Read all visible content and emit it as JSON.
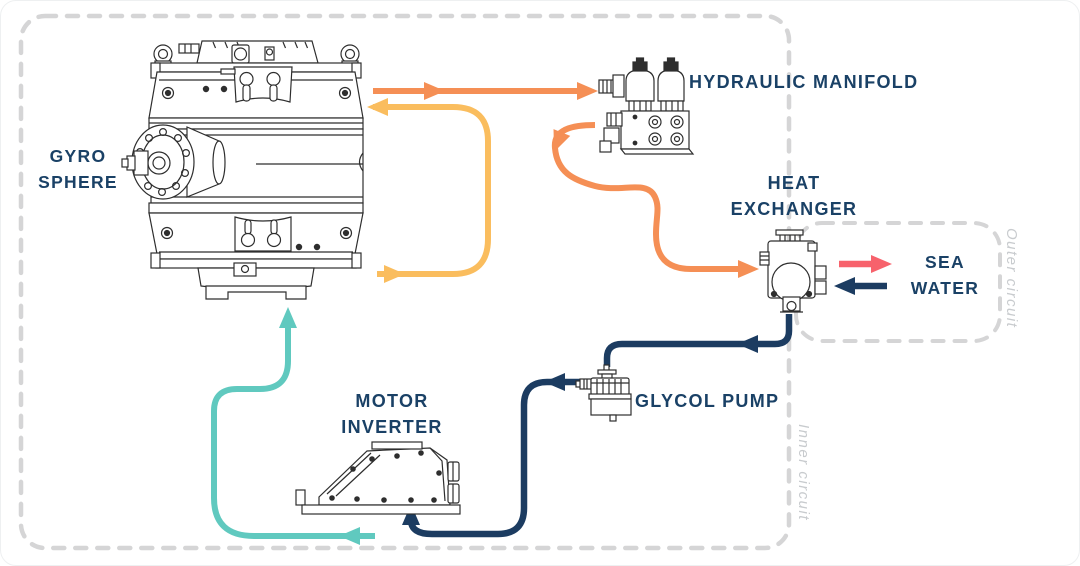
{
  "components": {
    "gyro_sphere": {
      "label": "GYRO SPHERE",
      "lines": [
        "GYRO",
        "SPHERE"
      ]
    },
    "hydraulic_manifold": {
      "label": "HYDRAULIC MANIFOLD",
      "lines": [
        "HYDRAULIC MANIFOLD"
      ]
    },
    "heat_exchanger": {
      "label": "HEAT EXCHANGER",
      "lines": [
        "HEAT",
        "EXCHANGER"
      ]
    },
    "sea_water": {
      "label": "SEA WATER",
      "lines": [
        "SEA",
        "WATER"
      ]
    },
    "glycol_pump": {
      "label": "GLYCOL PUMP",
      "lines": [
        "GLYCOL PUMP"
      ]
    },
    "motor_inverter": {
      "label": "MOTOR INVERTER",
      "lines": [
        "MOTOR",
        "INVERTER"
      ]
    }
  },
  "zones": {
    "inner": {
      "label": "Inner circuit"
    },
    "outer": {
      "label": "Outer circuit"
    }
  },
  "colors": {
    "hydraulic_supply": "#F58F55",
    "hydraulic_return": "#FABD5E",
    "glycol_loop": "#1C3C61",
    "coolant_feed": "#60C9BF",
    "sea_water_out": "#F7626C",
    "component_label": "#1A4166",
    "dashed_border": "#D5D5D6",
    "zone_label": "#C8CBCE"
  },
  "flows": [
    {
      "name": "gyro-to-manifold",
      "color": "hydraulic_supply",
      "from": "gyro_sphere",
      "to": "hydraulic_manifold"
    },
    {
      "name": "manifold-to-heat-exchanger",
      "color": "hydraulic_supply",
      "from": "hydraulic_manifold",
      "to": "heat_exchanger"
    },
    {
      "name": "return-to-gyro",
      "color": "hydraulic_return",
      "from": "gyro_sphere_bottom",
      "to": "gyro_sphere_top"
    },
    {
      "name": "heat-exchanger-to-glycol-pump",
      "color": "glycol_loop",
      "from": "heat_exchanger",
      "to": "glycol_pump"
    },
    {
      "name": "glycol-pump-to-motor-inverter",
      "color": "glycol_loop",
      "from": "glycol_pump",
      "to": "motor_inverter"
    },
    {
      "name": "motor-inverter-to-gyro",
      "color": "coolant_feed",
      "from": "motor_inverter",
      "to": "gyro_sphere"
    },
    {
      "name": "heat-exchanger-to-sea",
      "color": "sea_water_out",
      "from": "heat_exchanger",
      "to": "sea_water"
    },
    {
      "name": "sea-to-heat-exchanger",
      "color": "glycol_loop",
      "from": "sea_water",
      "to": "heat_exchanger"
    }
  ]
}
